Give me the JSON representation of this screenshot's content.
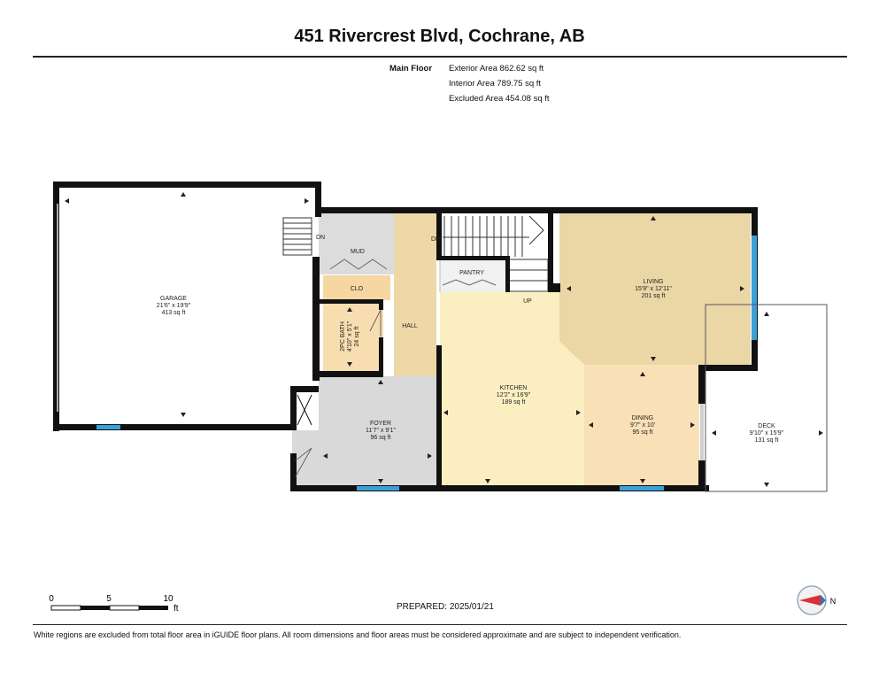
{
  "header": {
    "title": "451 Rivercrest Blvd, Cochrane, AB"
  },
  "areas": {
    "floor_label": "Main Floor",
    "exterior": "Exterior Area 862.62 sq ft",
    "interior": "Interior Area 789.75 sq ft",
    "excluded": "Excluded Area 454.08 sq ft"
  },
  "rooms": {
    "garage": {
      "name": "GARAGE",
      "dims": "21'6\" x 19'9\"",
      "area": "413 sq ft"
    },
    "living": {
      "name": "LIVING",
      "dims": "15'9\" x 12'11\"",
      "area": "201 sq ft"
    },
    "kitchen": {
      "name": "KITCHEN",
      "dims": "12'2\" x 16'9\"",
      "area": "189 sq ft"
    },
    "dining": {
      "name": "DINING",
      "dims": "9'7\" x 10'",
      "area": "95 sq ft"
    },
    "foyer": {
      "name": "FOYER",
      "dims": "11'7\" x 9'1\"",
      "area": "96 sq ft"
    },
    "deck": {
      "name": "DECK",
      "dims": "9'10\" x 15'9\"",
      "area": "131 sq ft"
    },
    "bath": {
      "name": "2PC BATH",
      "dims": "4'10\" x 5'1\"",
      "area": "24 sq ft"
    },
    "mud": {
      "name": "MUD"
    },
    "clo": {
      "name": "CLO"
    },
    "hall": {
      "name": "HALL"
    },
    "pantry": {
      "name": "PANTRY"
    }
  },
  "stairs": {
    "dn_1": "DN",
    "dn_2": "DN",
    "up": "UP"
  },
  "scale": {
    "t0": "0",
    "t5": "5",
    "t10": "10",
    "unit": "ft"
  },
  "footer": {
    "prepared": "PREPARED: 2025/01/21",
    "disclaimer": "White regions are excluded from total floor area in iGUIDE floor plans. All room dimensions and floor areas must be considered approximate and are subject to independent verification."
  },
  "compass": {
    "label": "N"
  },
  "colors": {
    "living": "#ebd7a6",
    "kitchen": "#fbefc2",
    "dining": "#fae0b6",
    "foyer": "#d9d9d9",
    "hall": "#efd8a8",
    "clo": "#f6d7a2",
    "bath": "#f8ddb0",
    "mud": "#dcdcdc",
    "wall": "#111111",
    "window": "#3aa0d8"
  }
}
